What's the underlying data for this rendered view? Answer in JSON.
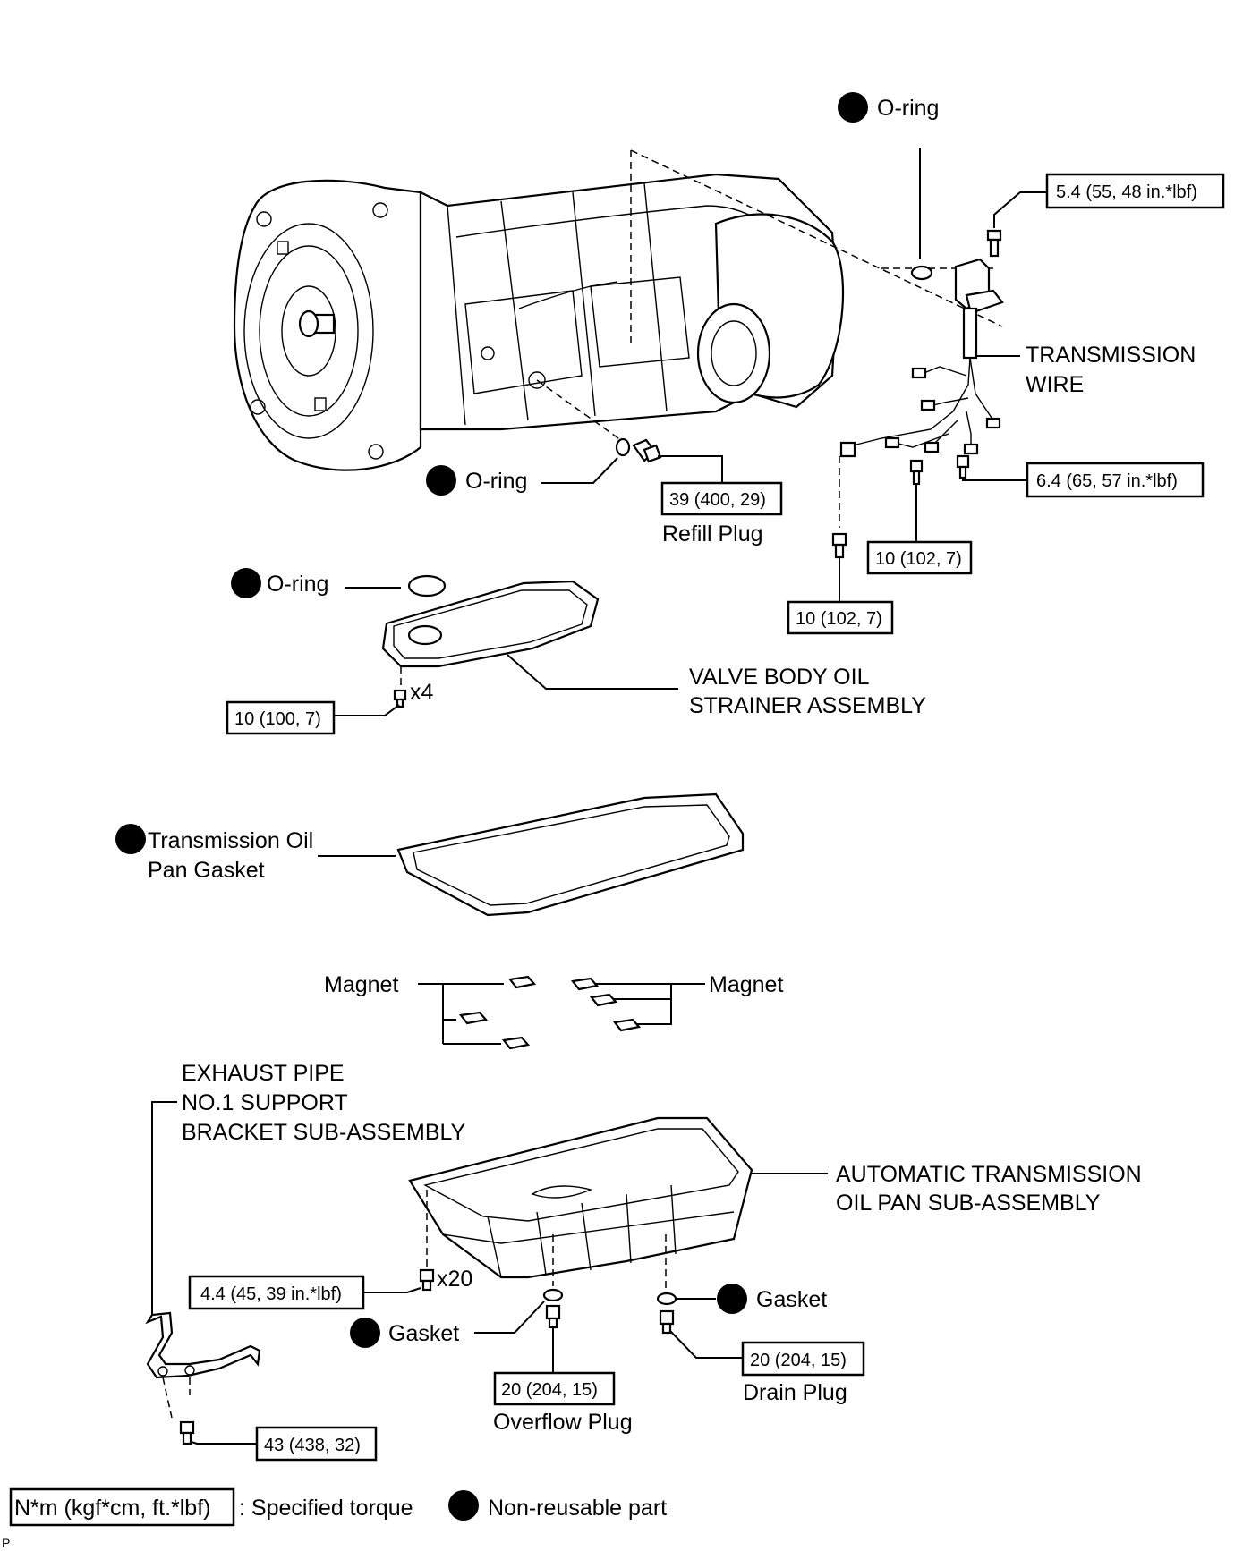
{
  "labels": {
    "oring_top": "O-ring",
    "oring_mid": "O-ring",
    "oring_strainer": "O-ring",
    "transmission_wire_1": "TRANSMISSION",
    "transmission_wire_2": "WIRE",
    "refill_plug": "Refill Plug",
    "strainer_1": "VALVE BODY OIL",
    "strainer_2": "STRAINER ASSEMBLY",
    "strainer_qty": "x4",
    "gasket_pan_1": "Transmission Oil",
    "gasket_pan_2": "Pan Gasket",
    "magnet_left": "Magnet",
    "magnet_right": "Magnet",
    "exhaust_1": "EXHAUST PIPE",
    "exhaust_2": "NO.1 SUPPORT",
    "exhaust_3": "BRACKET SUB-ASSEMBLY",
    "oilpan_1": "AUTOMATIC TRANSMISSION",
    "oilpan_2": "OIL PAN SUB-ASSEMBLY",
    "pan_qty": "x20",
    "gasket_overflow": "Gasket",
    "gasket_drain": "Gasket",
    "overflow_plug": "Overflow Plug",
    "drain_plug": "Drain Plug",
    "corner_mark": "P"
  },
  "torques": {
    "wire_top": "5.4 (55, 48 in.*lbf)",
    "wire_right": "6.4 (65, 57 in.*lbf)",
    "refill": "39 (400, 29)",
    "wire_mid": "10 (102, 7)",
    "wire_low": "10 (102, 7)",
    "strainer": "10 (100, 7)",
    "pan_bolts": "4.4 (45, 39 in.*lbf)",
    "overflow": "20 (204, 15)",
    "drain": "20 (204, 15)",
    "bracket": "43 (438, 32)"
  },
  "legend": {
    "torque_unit": "N*m (kgf*cm, ft.*lbf)",
    "torque_text": ": Specified torque",
    "nonreusable_text": "Non-reusable part"
  }
}
